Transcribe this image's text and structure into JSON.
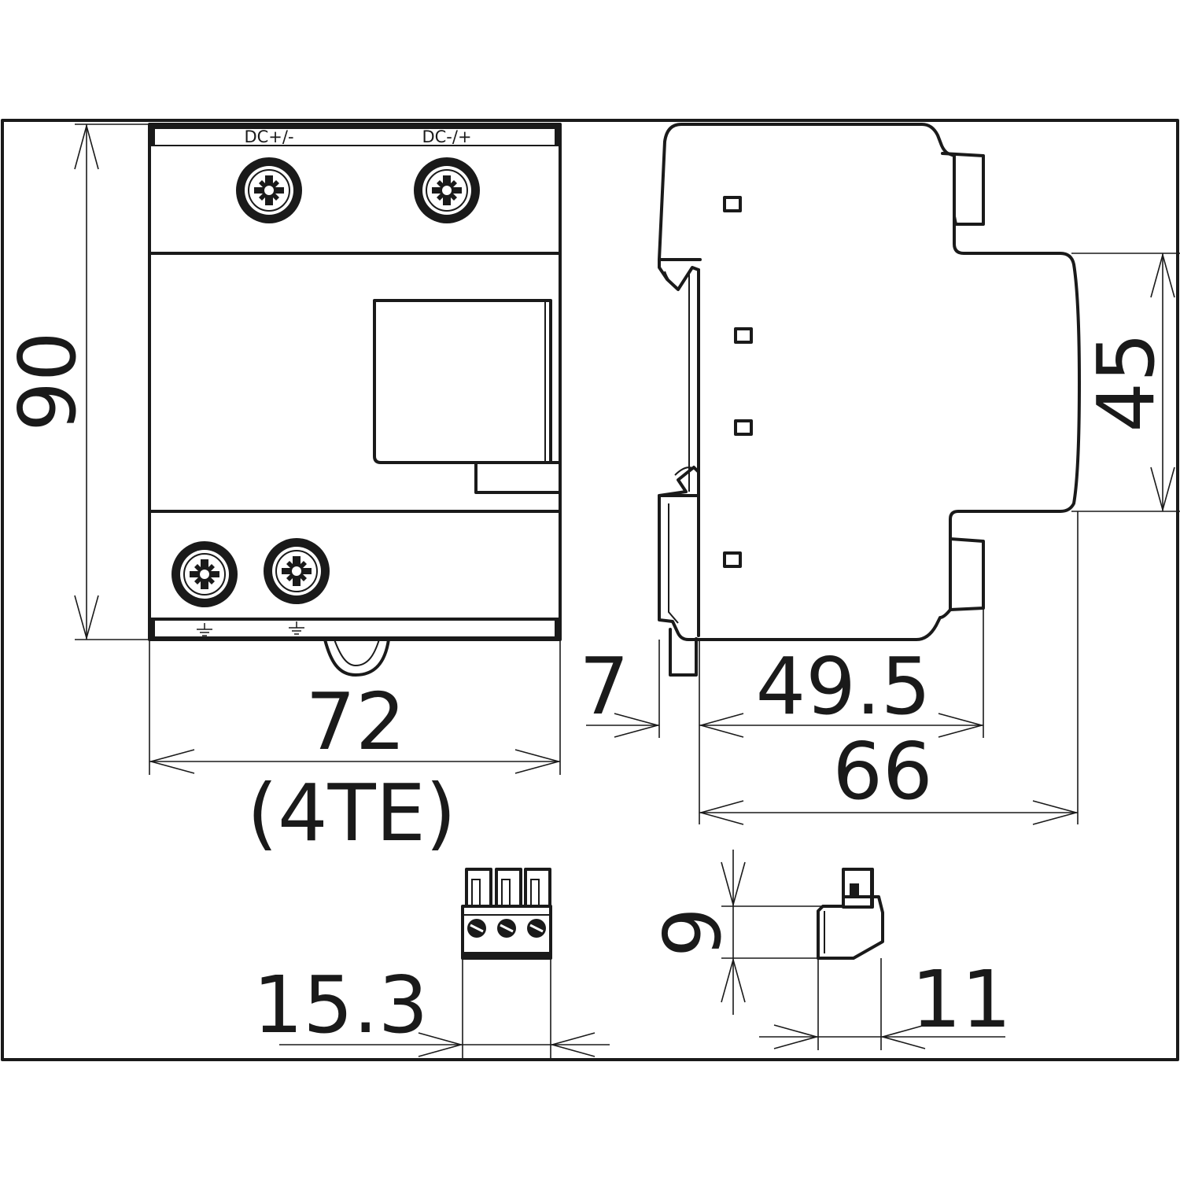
{
  "front_view": {
    "top_terminal_labels": [
      "DC+/-",
      "DC-/+"
    ],
    "width_value": "72",
    "width_units": "(4TE)",
    "height_value": "90"
  },
  "side_view": {
    "offset_value": "7",
    "depth_inner_value": "49.5",
    "depth_total_value": "66",
    "front_height_value": "45"
  },
  "accessory_front": {
    "width_value": "15.3"
  },
  "accessory_side": {
    "height_value": "9",
    "width_value": "11"
  }
}
